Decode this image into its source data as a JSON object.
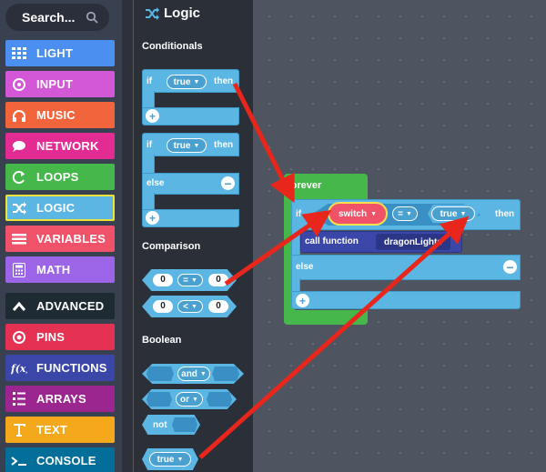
{
  "sidebar": {
    "search_placeholder": "Search...",
    "categories": [
      {
        "label": "LIGHT",
        "color": "#4b8ff0",
        "icon": "grid-icon"
      },
      {
        "label": "INPUT",
        "color": "#d258d8",
        "icon": "target-icon"
      },
      {
        "label": "MUSIC",
        "color": "#f2643c",
        "icon": "headphones-icon"
      },
      {
        "label": "NETWORK",
        "color": "#e22c94",
        "icon": "chat-icon"
      },
      {
        "label": "LOOPS",
        "color": "#46b74a",
        "icon": "loop-icon"
      },
      {
        "label": "LOGIC",
        "color": "#5cb6e3",
        "icon": "shuffle-icon"
      },
      {
        "label": "VARIABLES",
        "color": "#f05369",
        "icon": "list-icon"
      },
      {
        "label": "MATH",
        "color": "#9c64e6",
        "icon": "calculator-icon"
      },
      {
        "label": "ADVANCED",
        "color": "#1e2b33",
        "icon": "chevron-up-icon"
      },
      {
        "label": "PINS",
        "color": "#e63252",
        "icon": "pin-icon"
      },
      {
        "label": "FUNCTIONS",
        "color": "#3a46a8",
        "icon": "function-icon"
      },
      {
        "label": "ARRAYS",
        "color": "#9c2690",
        "icon": "array-icon"
      },
      {
        "label": "TEXT",
        "color": "#f4a81c",
        "icon": "text-icon"
      },
      {
        "label": "CONSOLE",
        "color": "#046e9a",
        "icon": "console-icon"
      }
    ]
  },
  "flyout": {
    "title": "Logic",
    "sections": {
      "conditionals": "Conditionals",
      "comparison": "Comparison",
      "boolean": "Boolean"
    },
    "if_then": {
      "if": "if",
      "value": "true",
      "then": "then"
    },
    "if_else": {
      "if": "if",
      "value": "true",
      "then": "then",
      "else": "else"
    },
    "compare_eq": {
      "left": "0",
      "op": "=",
      "right": "0"
    },
    "compare_lt": {
      "left": "0",
      "op": "<",
      "right": "0"
    },
    "bool_and": "and",
    "bool_or": "or",
    "bool_not": "not",
    "bool_true": "true"
  },
  "workspace": {
    "forever": "forever",
    "if": "if",
    "switch_var": "switch",
    "op": "=",
    "value": "true",
    "then": "then",
    "call": "call function",
    "func_name": "dragonLights",
    "else": "else"
  }
}
